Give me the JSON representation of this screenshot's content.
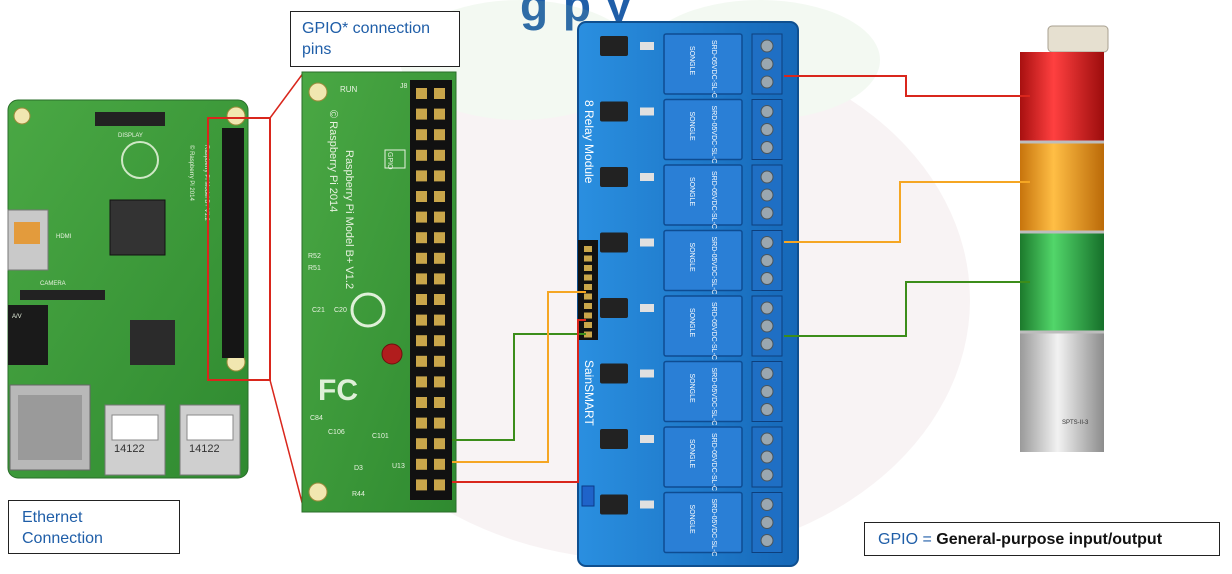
{
  "title_fragment": "g             p    y",
  "labels": {
    "gpio_pins": "GPIO* connection pins",
    "ethernet": "Ethernet Connection",
    "gpio_definition_prefix": "GPIO = ",
    "gpio_definition_text": "General-purpose input/output"
  },
  "board": {
    "small_labels": [
      "DISPLAY",
      "HDMI",
      "CAMERA",
      "A/V",
      "Raspberry Pi Model B+ V1.2",
      "© Raspberry Pi 2014",
      "14122",
      "14122"
    ],
    "zoom_labels": [
      "RUN",
      "J8",
      "GPIO",
      "© Raspberry Pi 2014",
      "Raspberry Pi Model B+ V1.2",
      "C101",
      "U13",
      "R44",
      "D3",
      "C106",
      "C84",
      "R52",
      "R51",
      "C21",
      "C20"
    ]
  },
  "relay_module": {
    "name": "8 Relay Module",
    "brand": "SainSMART",
    "relay_text": "SRD-05VDC-SL-C",
    "relay_brand": "SONGLE",
    "relay_count": 8
  },
  "tower_light": {
    "segments": [
      "red",
      "amber",
      "green"
    ],
    "base_label": "SPTS-II-3"
  },
  "colors": {
    "title": "#1f5ea8",
    "label_text": "#1f5ea8",
    "highlight": "#d9261c",
    "wire_red": "#d9261c",
    "wire_orange": "#f5a623",
    "wire_green": "#3c8d1a",
    "pcb_green": "#3e9a3a",
    "relay_blue": "#1f7fd0"
  }
}
